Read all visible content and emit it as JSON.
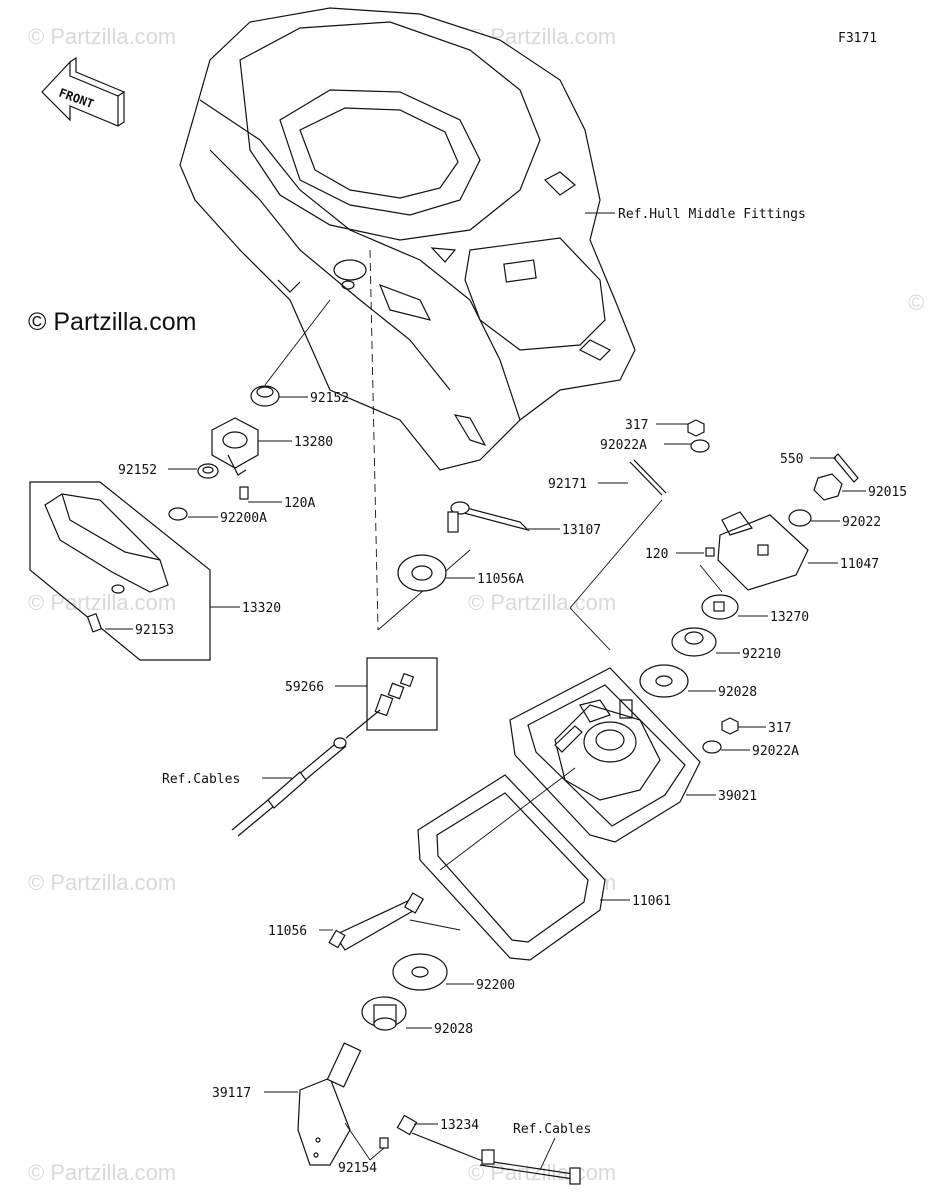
{
  "figure_code": "F3171",
  "front_label": "FRONT",
  "copyright_logo": "© Partzilla.com",
  "watermark_text": "© Partzilla.com",
  "labels": {
    "ref_hull": "Ref.Hull Middle Fittings",
    "ref_cables_1": "Ref.Cables",
    "ref_cables_2": "Ref.Cables",
    "p92152a": "92152",
    "p13280": "13280",
    "p92152b": "92152",
    "p120a": "120A",
    "p92200a": "92200A",
    "p13320": "13320",
    "p92153": "92153",
    "p13107": "13107",
    "p11056a": "11056A",
    "p59266": "59266",
    "p317a": "317",
    "p92022a_1": "92022A",
    "p92171": "92171",
    "p550": "550",
    "p92015": "92015",
    "p92022": "92022",
    "p120": "120",
    "p11047": "11047",
    "p13270": "13270",
    "p92210": "92210",
    "p92028a": "92028",
    "p317b": "317",
    "p92022a_2": "92022A",
    "p39021": "39021",
    "p11061": "11061",
    "p11056": "11056",
    "p92200": "92200",
    "p92028b": "92028",
    "p39117": "39117",
    "p13234": "13234",
    "p92154": "92154"
  }
}
